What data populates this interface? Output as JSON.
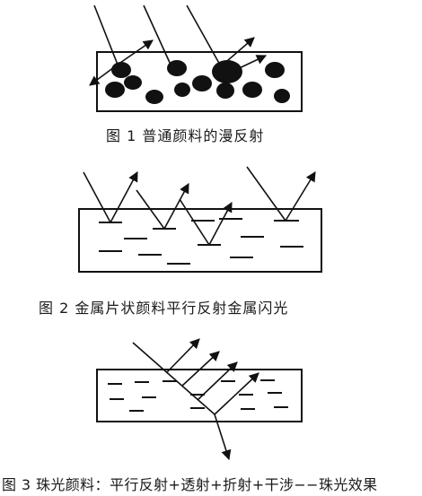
{
  "captions": {
    "fig1": "图 1 普通颜料的漫反射",
    "fig2": "图 2 金属片状颜料平行反射金属闪光",
    "fig3": "图 3 珠光颜料：平行反射+透射+折射+干涉−−珠光效果"
  },
  "colors": {
    "ink": "#111111",
    "background": "#ffffff"
  }
}
